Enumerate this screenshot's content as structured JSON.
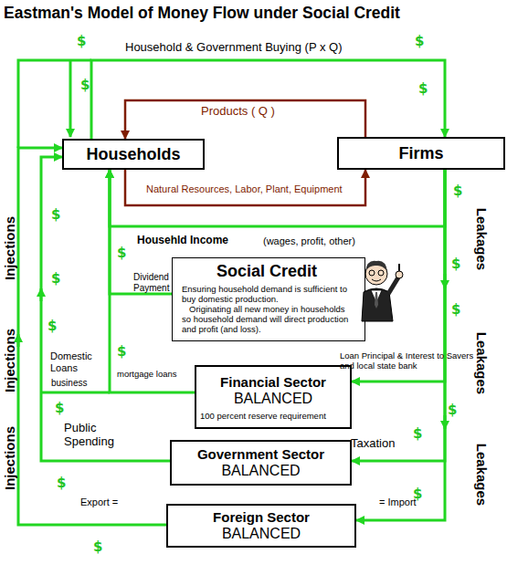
{
  "diagram": {
    "title": "Eastman's Model of Money Flow under Social Credit",
    "nodes": [
      {
        "text": [
          "Households"
        ]
      },
      {
        "text": [
          "Firms"
        ]
      },
      {
        "text": [
          "Social Credit",
          "Ensuring household demand is sufficient to buy domestic production.",
          "Originating all new money in households so household demand will direct production and profit (and loss)."
        ]
      },
      {
        "text": [
          "Financial Sector",
          "BALANCED",
          "100 percent reserve requirement"
        ]
      },
      {
        "text": [
          "Government Sector",
          "BALANCED"
        ]
      },
      {
        "text": [
          "Foreign Sector",
          "BALANCED"
        ]
      }
    ],
    "edges": [
      {
        "from": 0,
        "to": 1,
        "label": "Household & Government Buying (P x Q)",
        "arrow": "to"
      },
      {
        "from": 1,
        "to": 0,
        "label": "Products ( Q )",
        "arrow": "to"
      },
      {
        "from": 0,
        "to": 1,
        "label": "Natural Resources, Labor, Plant, Equipment",
        "arrow": "to"
      },
      {
        "from": 1,
        "to": 0,
        "label": "Househld Income",
        "arrow": "to"
      },
      {
        "from": 2,
        "to": 0,
        "label": "Dividend Payment",
        "arrow": "to"
      },
      {
        "from": 1,
        "to": 3,
        "label": "Loan Principal & Interest to Savers and local state bank",
        "arrow": "to"
      },
      {
        "from": 3,
        "to": 0,
        "label": "Domestic Loans",
        "arrow": "to"
      },
      {
        "from": 1,
        "to": 4,
        "label": "Taxation",
        "arrow": "to"
      },
      {
        "from": 4,
        "to": 0,
        "label": "Public Spending",
        "arrow": "to"
      },
      {
        "from": 1,
        "to": 5,
        "label": "= Import",
        "arrow": "to"
      },
      {
        "from": 5,
        "to": 0,
        "label": "Export =",
        "arrow": "to"
      }
    ],
    "labels": [
      "Injections",
      "Injections",
      "Injections",
      "Leakages",
      "Leakages",
      "Leakages",
      "(wages, profit, other)",
      "business",
      "mortgage loans",
      "$",
      "$",
      "$",
      "$",
      "$",
      "$",
      "$",
      "$",
      "$",
      "$",
      "$",
      "$",
      "$",
      "$",
      "$",
      "$",
      "$",
      "$"
    ]
  }
}
